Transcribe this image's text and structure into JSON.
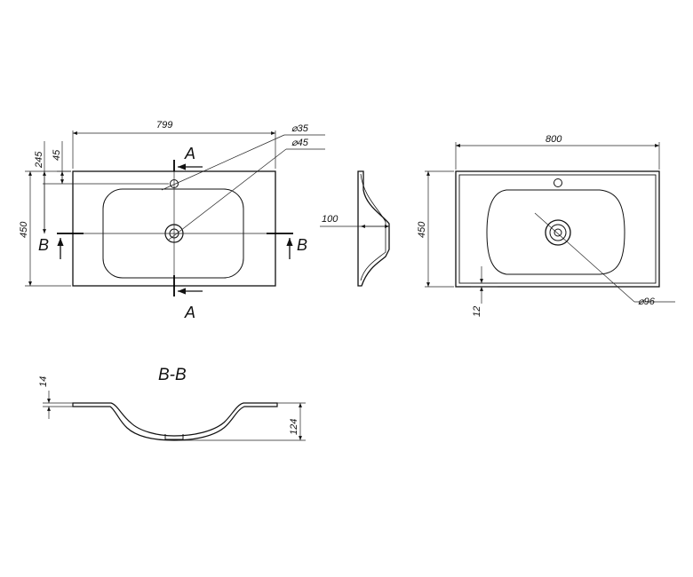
{
  "top_view": {
    "width_dim": "799",
    "depth_dim": "450",
    "offset_245": "245",
    "offset_45": "45",
    "hole_small": "⌀35",
    "hole_drain": "⌀45",
    "section_a": "A",
    "section_b": "B"
  },
  "side_view": {
    "depth_dim": "100"
  },
  "underside_view": {
    "width_dim": "800",
    "depth_dim": "450",
    "rim_dim": "12",
    "drain_dim": "⌀96"
  },
  "section_bb": {
    "title": "B-B",
    "top_dim": "14",
    "height_dim": "124"
  },
  "colors": {
    "line": "#111111",
    "background": "#ffffff"
  }
}
